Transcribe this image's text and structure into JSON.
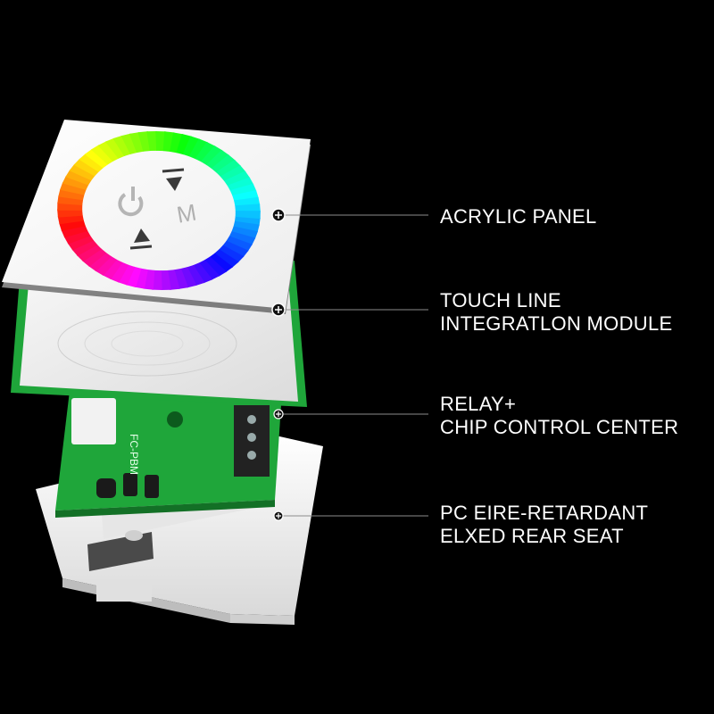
{
  "colors": {
    "background": "#000000",
    "label_text": "#ffffff",
    "leader_line": "#8c8c8c",
    "panel_white": "#f4f4f4",
    "pcb_green": "#1fa63a",
    "rear_seat": "#f2f2f2"
  },
  "callouts": [
    {
      "id": "acrylic-panel",
      "lines": [
        "ACRYLIC PANEL"
      ],
      "marker_icon": "plus-circle-icon"
    },
    {
      "id": "touch-line-module",
      "lines": [
        "TOUCH LINE",
        "INTEGRATLON MODULE"
      ],
      "marker_icon": "plus-circle-icon"
    },
    {
      "id": "relay-chip",
      "lines": [
        "RELAY+",
        "CHIP CONTROL CENTER"
      ],
      "marker_icon": "plus-circle-icon"
    },
    {
      "id": "rear-seat",
      "lines": [
        "PC EIRE-RETARDANT",
        "ELXED REAR SEAT"
      ],
      "marker_icon": "plus-circle-icon"
    }
  ],
  "panel": {
    "icons": [
      "power-icon",
      "play-up-icon",
      "mode-m-icon",
      "play-down-icon"
    ],
    "mode_letter": "M"
  },
  "pcb_silkscreen": "FC-PBM"
}
